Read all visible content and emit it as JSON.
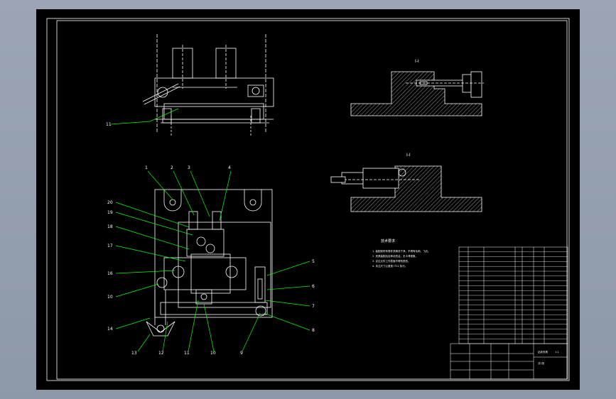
{
  "colors": {
    "background": "#000000",
    "frame": "#ffffff",
    "outline": "#ffffff",
    "leader": "#00ff00",
    "hatch": "#ffffff"
  },
  "section_labels": {
    "section_a": "I-I",
    "section_b": "I-I"
  },
  "top_view": {
    "callout": "11"
  },
  "front_view": {
    "callouts_top": [
      "1",
      "2",
      "3",
      "4"
    ],
    "callouts_left": [
      "20",
      "19",
      "18",
      "17",
      "16",
      "10",
      "14",
      "13",
      "12"
    ],
    "callouts_bottom": [
      "11",
      "10",
      "9"
    ],
    "callouts_right": [
      "5",
      "6",
      "7",
      "8"
    ]
  },
  "notes": {
    "heading": "技术要求",
    "lines": [
      "1. 装配前所有零件须清洗干净，不得有毛刺、飞边。",
      "2. 夹具装配后应转动灵活，无卡滞现象。",
      "3. 定位元件工作表面不得有损伤。",
      "4. 未注尺寸公差按 IT12 执行。"
    ]
  },
  "title_block": {
    "drawing_title": "钻床夹具",
    "scale": "1:1",
    "sheet": "共1张"
  }
}
